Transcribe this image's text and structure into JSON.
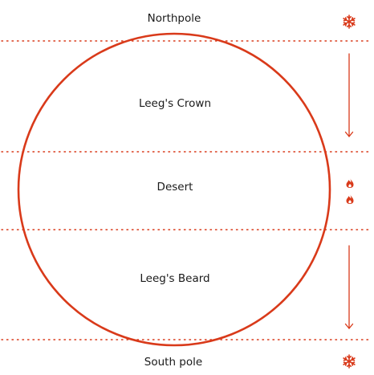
{
  "diagram": {
    "accent_color": "#d93a1a",
    "text_color": "#1a1a1a",
    "poles": {
      "north": {
        "label": "Northpole",
        "icon": "snowflake-icon"
      },
      "south": {
        "label": "South pole",
        "icon": "snowflake-icon"
      }
    },
    "zones": [
      {
        "label": "Leeg's Crown",
        "indicator": "arrow-down-icon"
      },
      {
        "label": "Desert",
        "indicator": "flame-icon"
      },
      {
        "label": "Leeg's Beard",
        "indicator": "arrow-down-icon"
      }
    ]
  }
}
